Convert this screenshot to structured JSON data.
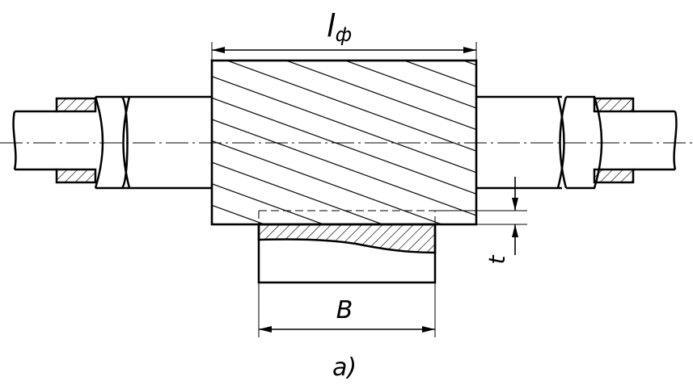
{
  "labels": {
    "cutter_length_main": "l",
    "cutter_length_sub": "ф",
    "workpiece_width": "B",
    "cut_depth": "t",
    "figure_label": "а)"
  },
  "colors": {
    "line": "#000000",
    "background": "#ffffff"
  }
}
